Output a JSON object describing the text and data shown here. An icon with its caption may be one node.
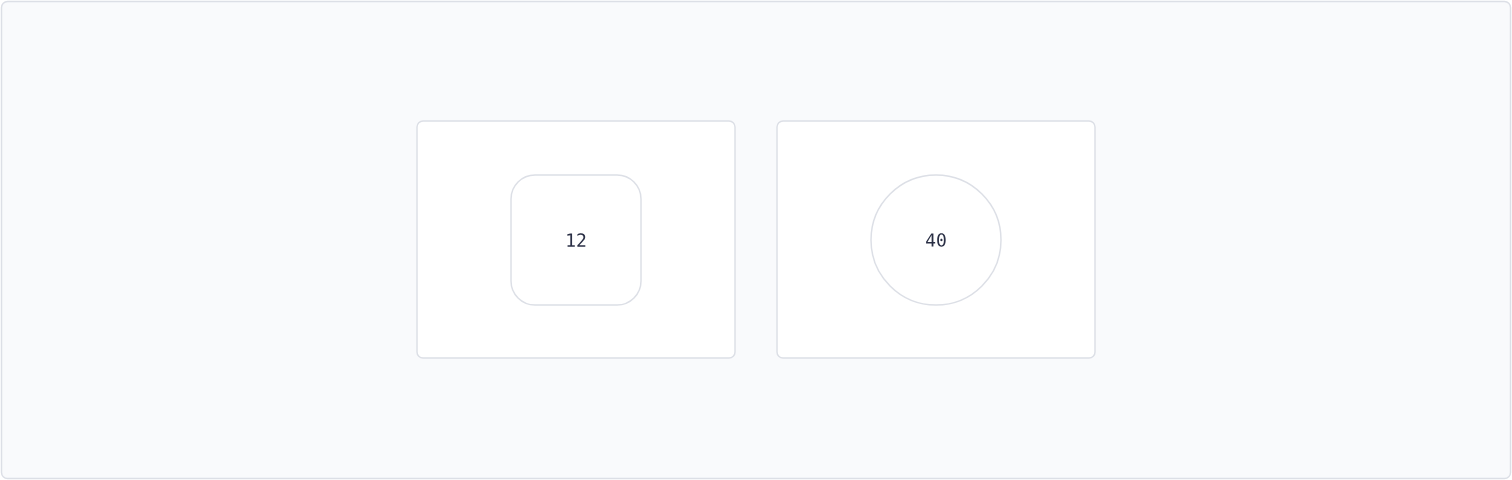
{
  "diagram": {
    "nodes": [
      {
        "text": [],
        "shape": "box"
      },
      {
        "text": [
          "12"
        ],
        "in": 0
      },
      {
        "text": [],
        "shape": "box"
      },
      {
        "text": [
          "40"
        ],
        "in": 2
      }
    ]
  }
}
